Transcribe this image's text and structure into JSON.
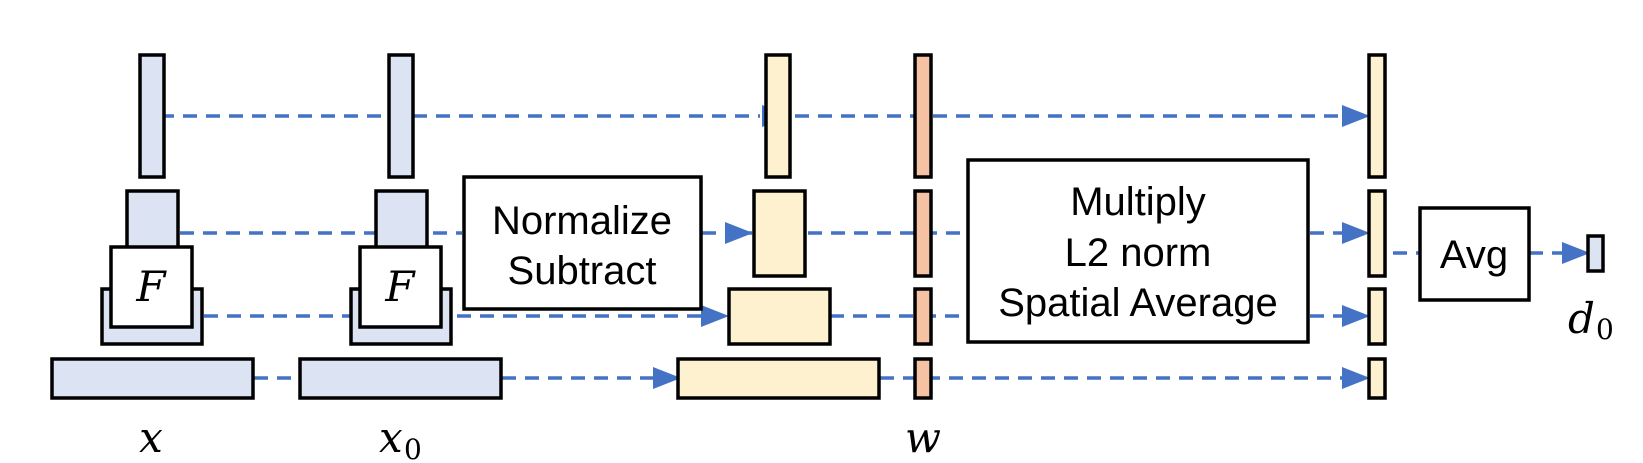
{
  "colors": {
    "input_fill": "#dce3f3",
    "feature_fill": "#fdf1cf",
    "weight_fill": "#f5c3a4",
    "arrow": "#4472c4",
    "stroke": "#000000"
  },
  "blocks": {
    "F_left": "F",
    "F_right": "F",
    "normalize_line1": "Normalize",
    "normalize_line2": "Subtract",
    "multiply_line1": "Multiply",
    "multiply_line2": "L2 norm",
    "multiply_line3": "Spatial Average",
    "avg": "Avg"
  },
  "labels": {
    "x": "x",
    "x0_base": "x",
    "x0_sub": "0",
    "w": "w",
    "d0_base": "d",
    "d0_sub": "0"
  }
}
